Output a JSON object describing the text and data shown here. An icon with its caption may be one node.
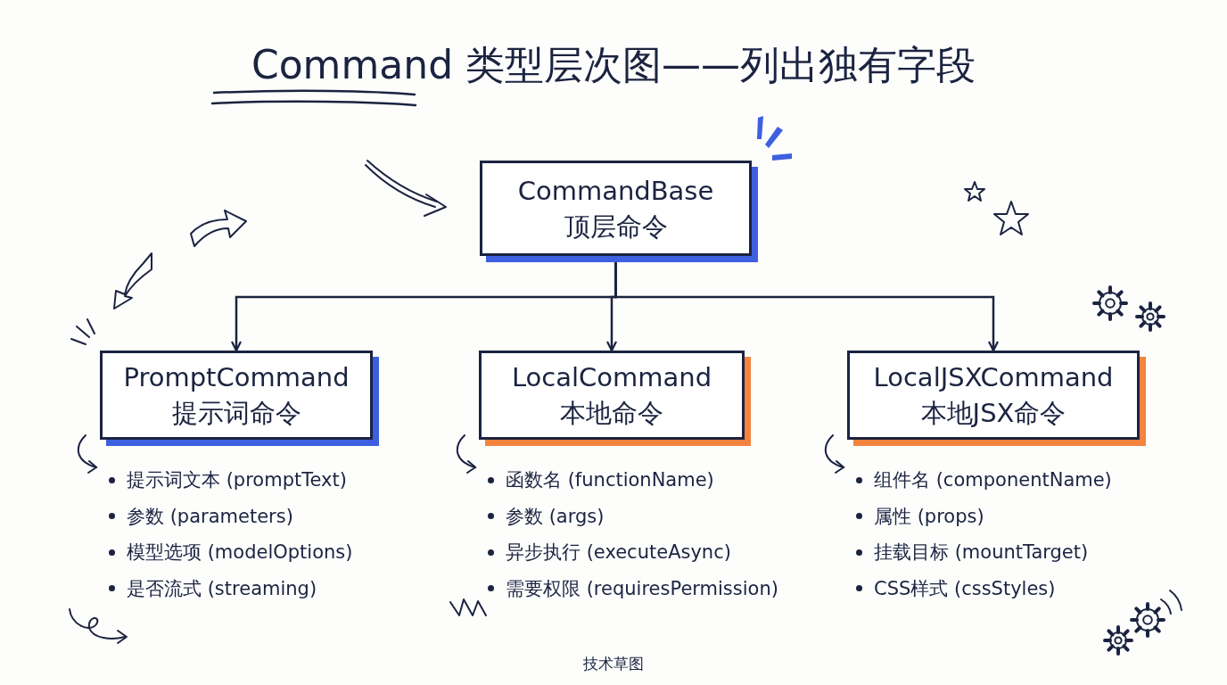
{
  "diagram": {
    "title": "Command 类型层次图——列出独有字段",
    "caption": "技术草图",
    "nodes": [
      {
        "text": [
          "CommandBase",
          "顶层命令"
        ]
      },
      {
        "text": [
          "PromptCommand",
          "提示词命令"
        ],
        "beside": [
          "提示词文本 (promptText)",
          "参数 (parameters)",
          "模型选项 (modelOptions)",
          "是否流式 (streaming)"
        ]
      },
      {
        "text": [
          "LocalCommand",
          "本地命令"
        ],
        "beside": [
          "函数名 (functionName)",
          "参数 (args)",
          "异步执行 (executeAsync)",
          "需要权限 (requiresPermission)"
        ]
      },
      {
        "text": [
          "LocalJSXCommand",
          "本地JSX命令"
        ],
        "beside": [
          "组件名 (componentName)",
          "属性 (props)",
          "挂载目标 (mountTarget)",
          "CSS样式 (cssStyles)"
        ]
      }
    ],
    "edges": [
      {
        "from": 0,
        "to": 1,
        "arrow": "to"
      },
      {
        "from": 0,
        "to": 2,
        "arrow": "to"
      },
      {
        "from": 0,
        "to": 3,
        "arrow": "to"
      }
    ]
  }
}
